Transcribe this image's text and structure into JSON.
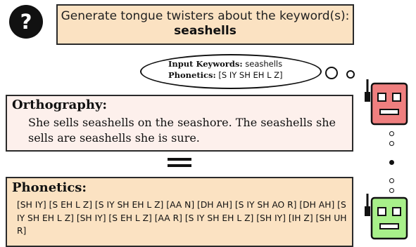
{
  "question_icon": {
    "glyph": "?",
    "icon": "question-mark-icon"
  },
  "prompt": {
    "line": "Generate tongue twisters about the keyword(s):",
    "keyword": "seashells"
  },
  "thought_bubble": {
    "keywords_label": "Input Keywords:",
    "keywords_value": "seashells",
    "phonetics_label": "Phonetics:",
    "phonetics_value": "[S IY SH EH L Z]"
  },
  "orthography": {
    "title": "Orthography:",
    "text": "She sells seashells on the seashore. The seashells she sells are seashells she is sure."
  },
  "equals_symbol": "=",
  "phonetics": {
    "title": "Phonetics:",
    "text": "[SH IY] [S EH L Z] [S IY SH EH L Z] [AA N] [DH AH] [S IY SH AO R] [DH AH] [S IY SH EH L Z] [SH IY] [S EH L Z] [AA R] [S IY SH EH L Z] [SH IY] [IH Z] [SH UH R]"
  },
  "colors": {
    "prompt_bg": "#fbe2c2",
    "orthography_bg": "#fdf0ec",
    "phonetics_bg": "#fbe2c2",
    "robot_top": "#ef7f7f",
    "robot_bottom": "#a8f08a"
  }
}
